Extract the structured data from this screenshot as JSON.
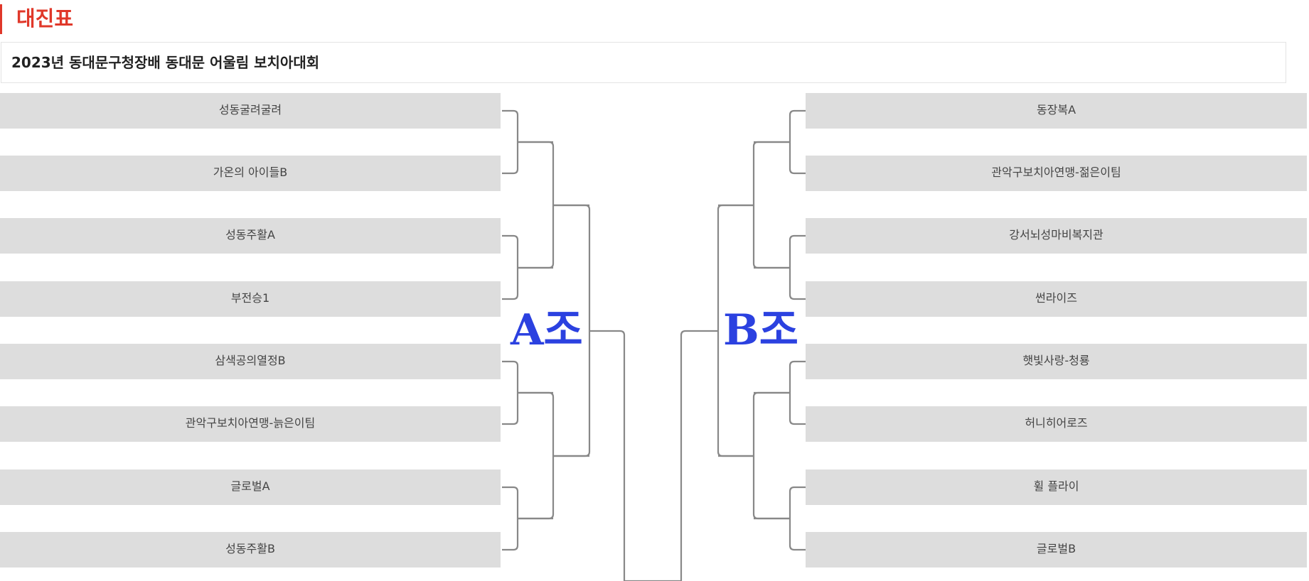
{
  "page": {
    "heading": "대진표"
  },
  "tournament": {
    "title": "2023년 동대문구청장배 동대문 어울림 보치아대회"
  },
  "groups": {
    "a_label": "A조",
    "b_label": "B조"
  },
  "bracket": {
    "left_teams": [
      "성동굴려굴려",
      "가온의 아이들B",
      "성동주활A",
      "부전승1",
      "삼색공의열정B",
      "관악구보치아연맹-늙은이팀",
      "글로벌A",
      "성동주활B"
    ],
    "right_teams": [
      "동장복A",
      "관악구보치아연맹-젊은이팀",
      "강서뇌성마비복지관",
      "썬라이즈",
      "햇빛사랑-청룡",
      "허니히어로즈",
      "휠 플라이",
      "글로벌B"
    ]
  },
  "colors": {
    "accent": "#e0382a",
    "group_label": "#2b41e0",
    "slot_background": "#dddddd",
    "line": "#888888"
  }
}
